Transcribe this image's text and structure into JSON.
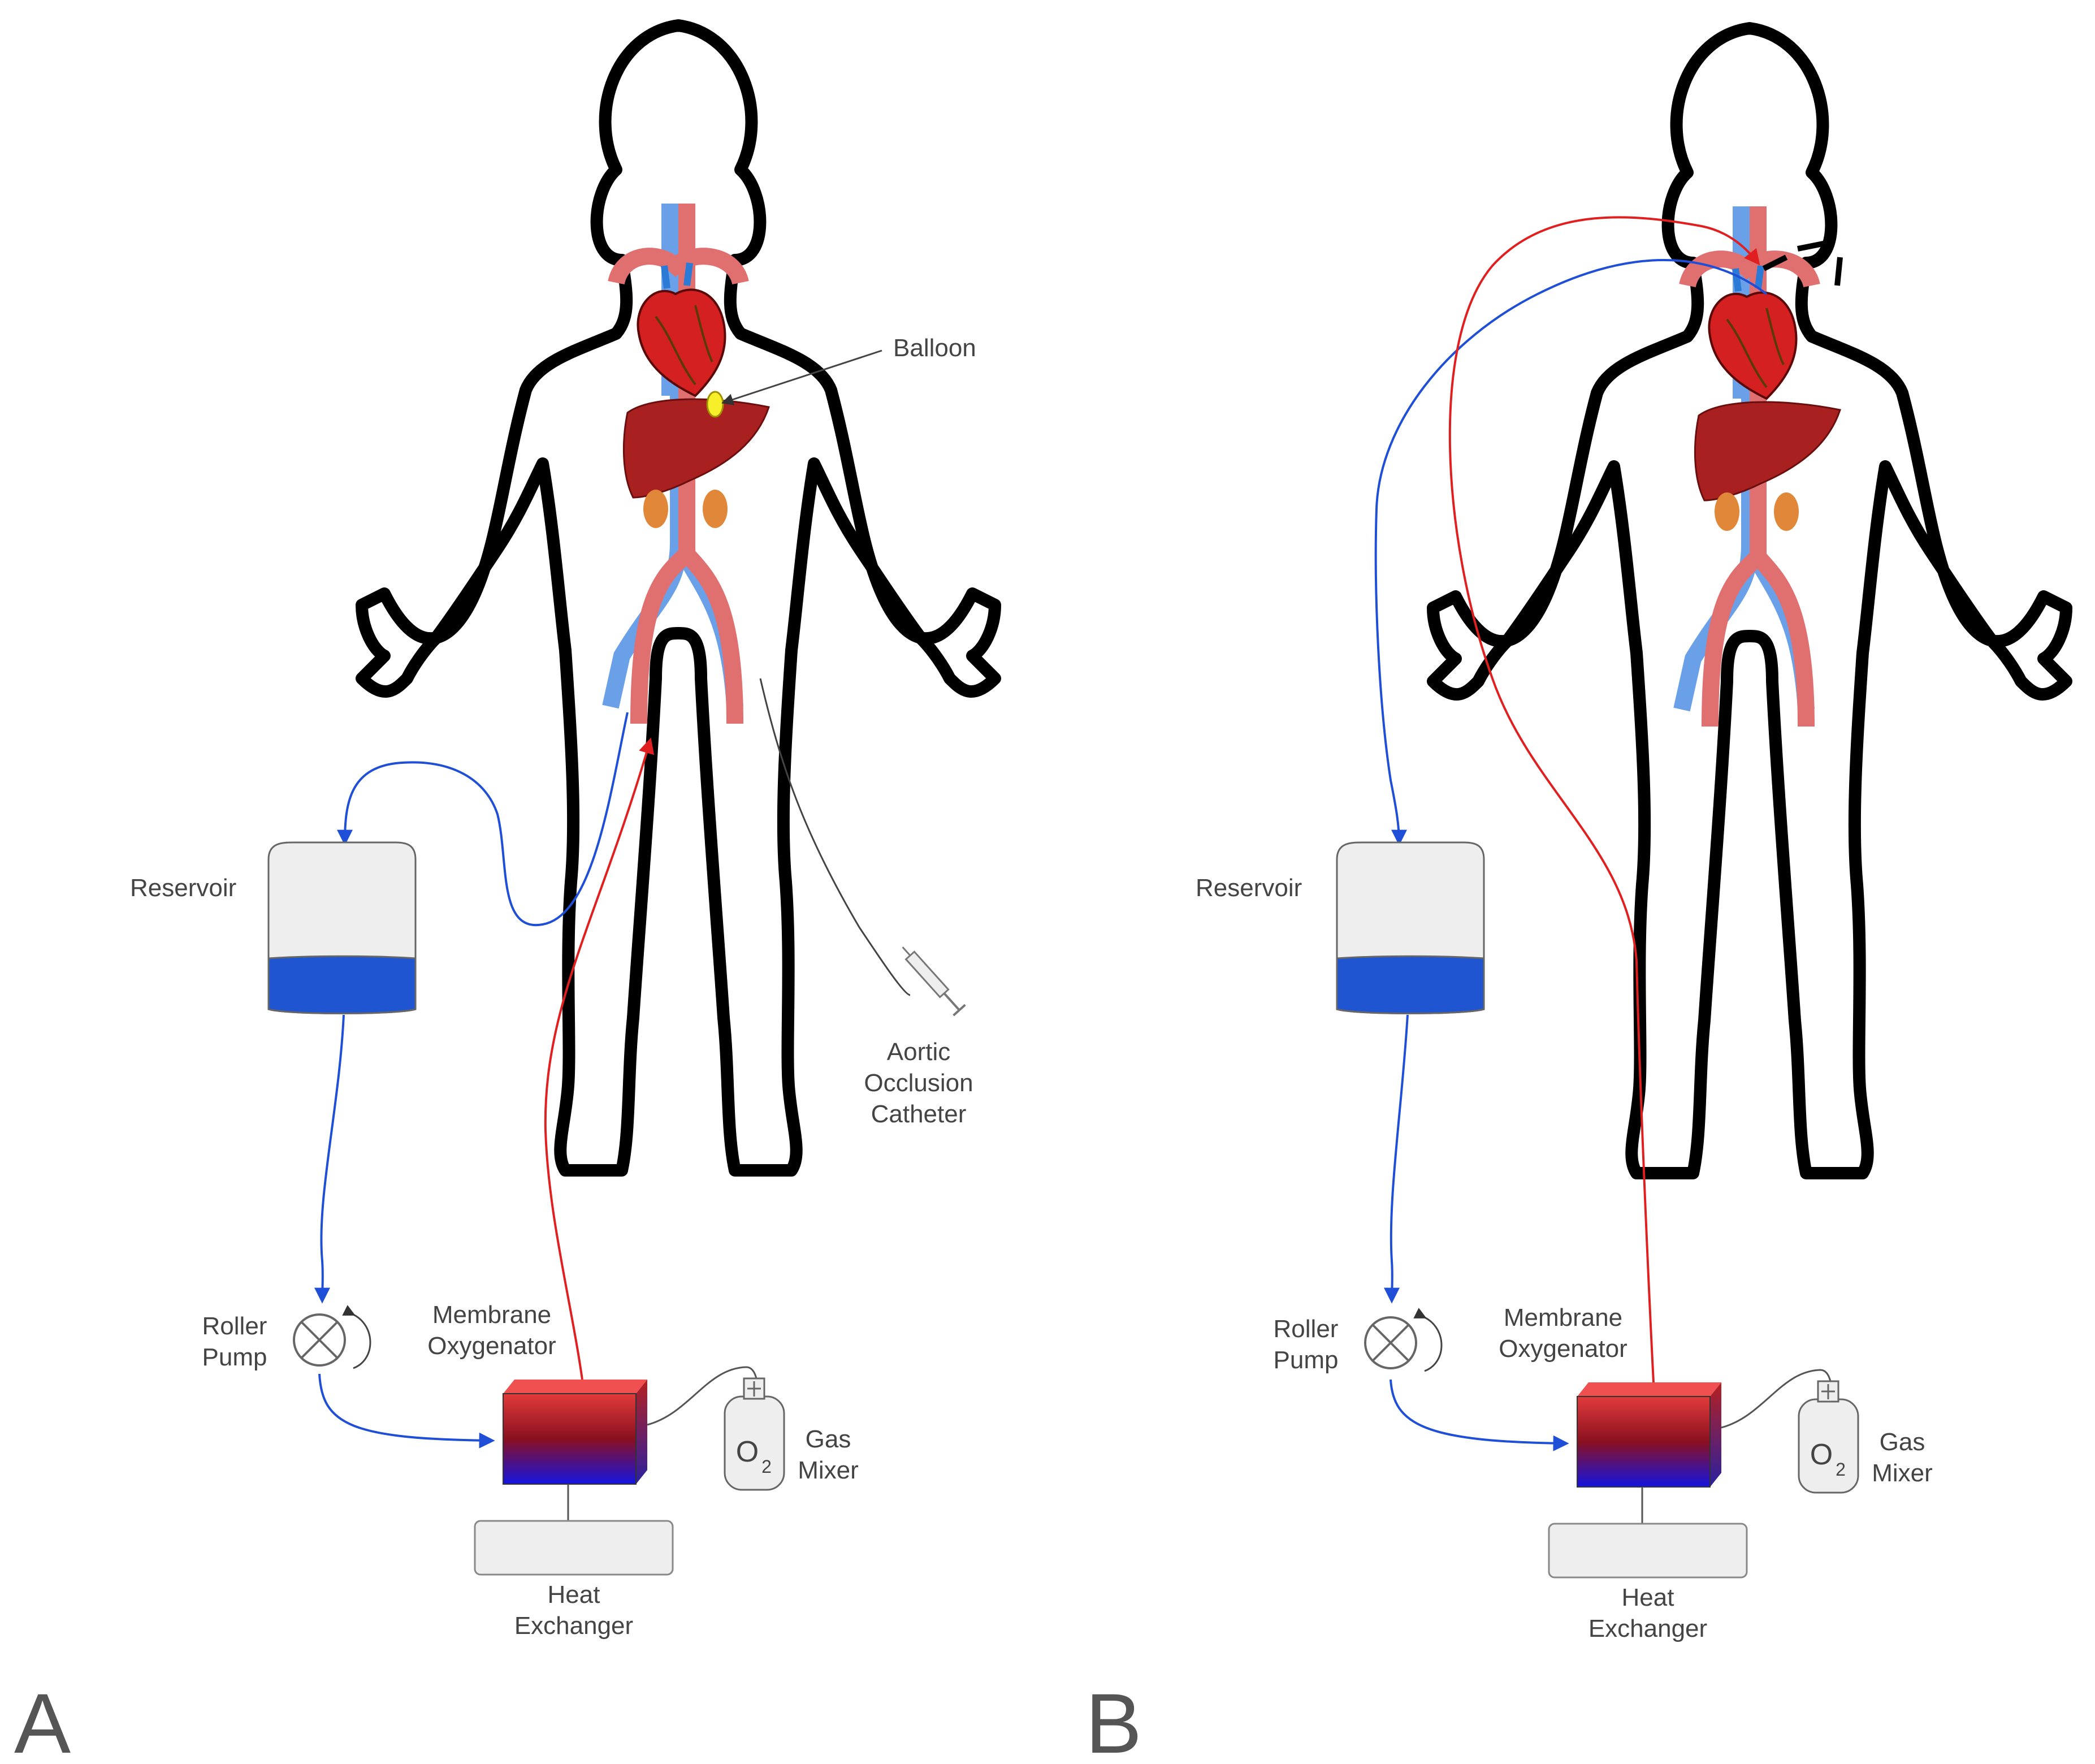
{
  "panels": [
    {
      "letter": "A",
      "balloon": "Balloon",
      "catheter": [
        "Aortic",
        "Occlusion",
        "Catheter"
      ],
      "reservoir": "Reservoir",
      "roller_pump": [
        "Roller",
        "Pump"
      ],
      "oxygenator": [
        "Membrane",
        "Oxygenator"
      ],
      "gas_mixer": [
        "Gas",
        "Mixer"
      ],
      "o2": "O",
      "o2_sub": "2",
      "heat_exchanger": [
        "Heat",
        "Exchanger"
      ]
    },
    {
      "letter": "B",
      "reservoir": "Reservoir",
      "roller_pump": [
        "Roller",
        "Pump"
      ],
      "oxygenator": [
        "Membrane",
        "Oxygenator"
      ],
      "gas_mixer": [
        "Gas",
        "Mixer"
      ],
      "o2": "O",
      "o2_sub": "2",
      "heat_exchanger": [
        "Heat",
        "Exchanger"
      ]
    }
  ],
  "colors": {
    "venous_line": "#1f4fd6",
    "arterial_line": "#e02020",
    "artery": "#e07070",
    "vein": "#6aa0e8",
    "reservoir_blood": "#1f55d0"
  }
}
